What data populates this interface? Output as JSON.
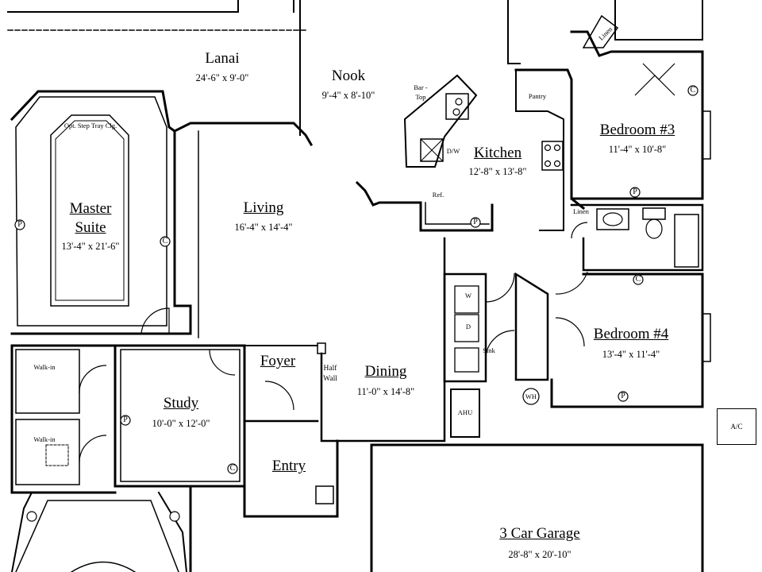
{
  "rooms": [
    {
      "id": "lanai",
      "name": "Lanai",
      "dims": "24'-6\" x 9'-0\""
    },
    {
      "id": "nook",
      "name": "Nook",
      "dims": "9'-4\" x 8'-10\""
    },
    {
      "id": "kitchen",
      "name": "Kitchen",
      "dims": "12'-8\" x 13'-8\""
    },
    {
      "id": "bed3",
      "name": "Bedroom #3",
      "dims": "11'-4\" x 10'-8\""
    },
    {
      "id": "master",
      "name": "Master",
      "name2": "Suite",
      "dims": "13'-4\" x 21'-6\""
    },
    {
      "id": "living",
      "name": "Living",
      "dims": "16'-4\" x 14'-4\""
    },
    {
      "id": "bed4",
      "name": "Bedroom #4",
      "dims": "13'-4\" x 11'-4\""
    },
    {
      "id": "foyer",
      "name": "Foyer"
    },
    {
      "id": "dining",
      "name": "Dining",
      "dims": "11'-0\" x 14'-8\""
    },
    {
      "id": "study",
      "name": "Study",
      "dims": "10'-0\" x 12'-0\""
    },
    {
      "id": "entry",
      "name": "Entry"
    },
    {
      "id": "garage",
      "name": "3 Car Garage",
      "dims": "28'-8\" x 20'-10\""
    }
  ],
  "notes": {
    "tray": "Opt. Step Tray Clg.",
    "bar1": "Bar -",
    "bar2": "Top",
    "pantry": "Pantry",
    "ref": "Ref.",
    "dw": "D/W",
    "linen1": "Linen",
    "linen2": "Linen",
    "half1": "Half",
    "half2": "Wall",
    "walkin1": "Walk-in",
    "walkin2": "Walk-in",
    "washer": "W",
    "dryer": "D",
    "sink": "Sink",
    "ahu": "AHU",
    "wh": "WH",
    "ac": "A/C"
  },
  "fixtures": {
    "phone": "P",
    "ceiling": "C"
  }
}
